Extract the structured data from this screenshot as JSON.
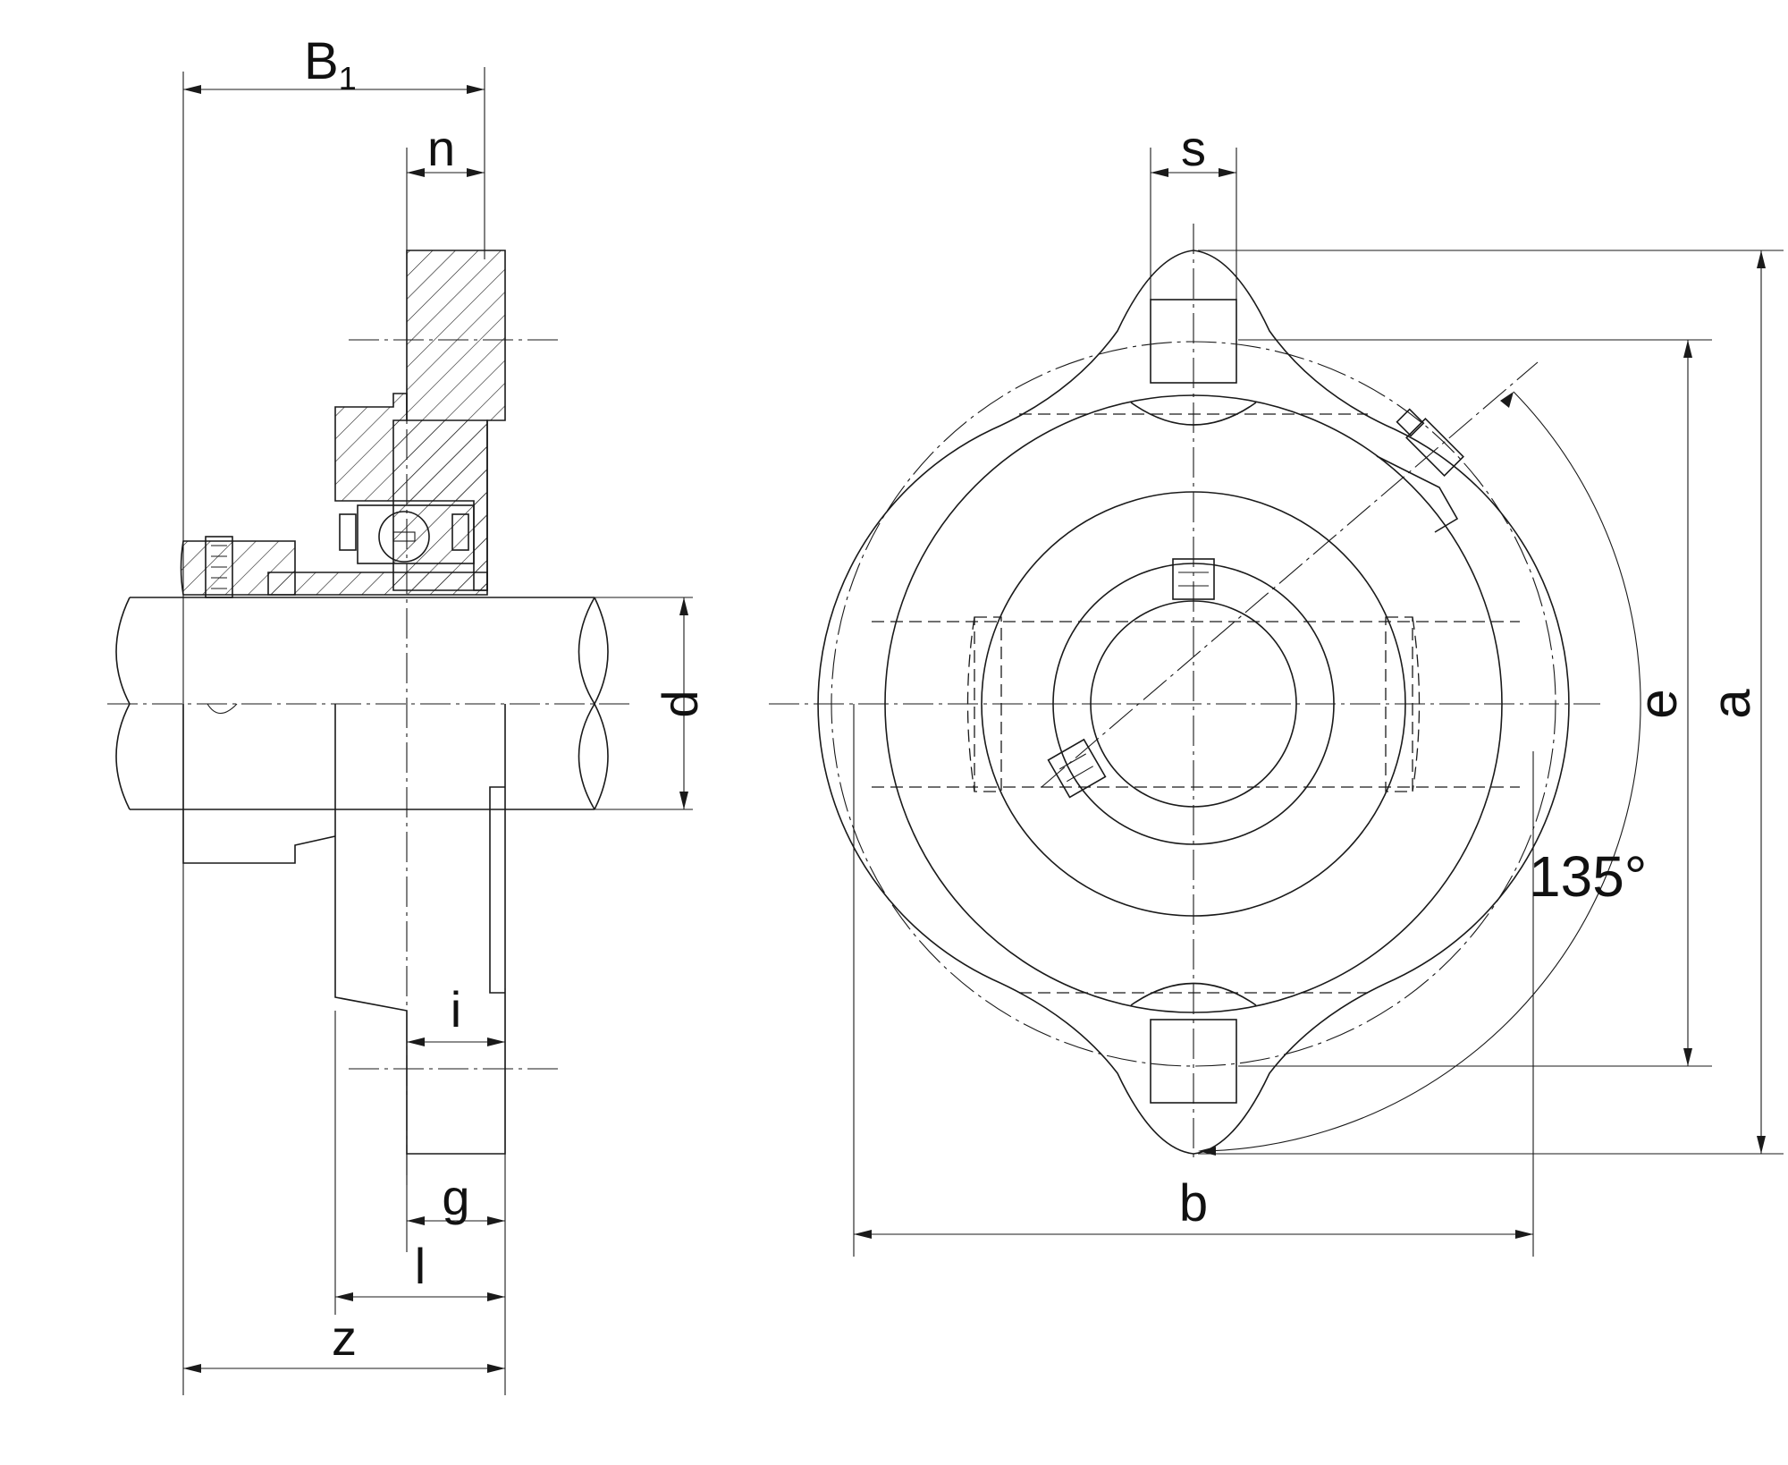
{
  "labels": {
    "B1_main": "B",
    "B1_sub": "1",
    "n": "n",
    "d": "d",
    "i": "i",
    "g": "g",
    "l": "l",
    "z": "z",
    "s": "s",
    "e": "e",
    "a": "a",
    "b": "b",
    "angle": "135°"
  },
  "colors": {
    "line": "#1a1a1a",
    "background": "#ffffff"
  }
}
